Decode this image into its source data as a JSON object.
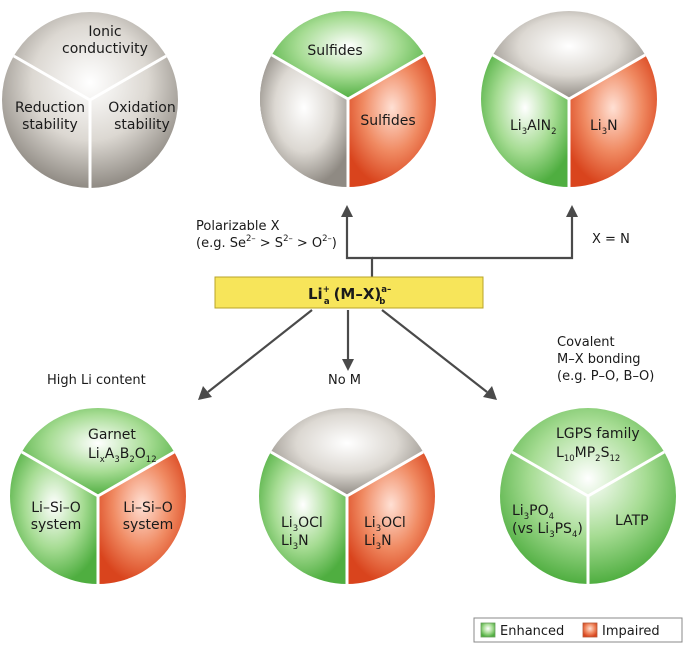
{
  "circles": {
    "properties": {
      "top": "Ionic conductivity",
      "left": "Reduction stability",
      "right": "Oxidation stability"
    },
    "polarizable": {
      "top": "Sulfides",
      "right": "Sulfides"
    },
    "nitride": {
      "left_main": "Li",
      "left_sub1": "3",
      "left_main2": "AlN",
      "left_sub2": "2",
      "right_main": "Li",
      "right_sub": "3",
      "right_main2": "N"
    },
    "high_li": {
      "top_line1": "Garnet",
      "top_line2_parts": [
        "Li",
        "x",
        "A",
        "3",
        "B",
        "2",
        "O",
        "12"
      ],
      "left": "Li–Si–O system",
      "right": "Li–Si–O system"
    },
    "no_m": {
      "left_l1": "Li",
      "left_l1_sub": "3",
      "left_l1_b": "OCl",
      "left_l2": "Li",
      "left_l2_sub": "3",
      "left_l2_b": "N",
      "right_l1": "Li",
      "right_l1_sub": "3",
      "right_l1_b": "OCl",
      "right_l2": "Li",
      "right_l2_sub": "3",
      "right_l2_b": "N"
    },
    "covalent": {
      "top_line1": "LGPS family",
      "top_line2_parts": [
        "L",
        "10",
        "MP",
        "2",
        "S",
        "12"
      ],
      "left_l1": "Li",
      "left_l1_sub": "3",
      "left_l1_b": "PO",
      "left_l1_sub2": "4",
      "left_l2": "(vs Li",
      "left_l2_sub": "3",
      "left_l2_b": "PS",
      "left_l2_sub2": "4",
      "left_l2_c": ")",
      "right": "LATP"
    }
  },
  "formula": {
    "li": "Li",
    "li_sup": "+",
    "li_sub": "a",
    "mx": "(M–X)",
    "mx_sup": "a–",
    "mx_sub": "b"
  },
  "captions": {
    "polarizable_l1": "Polarizable X",
    "polarizable_l2_a": "(e.g. Se",
    "polarizable_sup1": "2–",
    "polarizable_l2_b": " > S",
    "polarizable_sup2": "2–",
    "polarizable_l2_c": " > O",
    "polarizable_sup3": "2–",
    "polarizable_l2_d": ")",
    "x_eq_n": "X = N",
    "high_li": "High Li content",
    "no_m": "No M",
    "covalent_l1": "Covalent",
    "covalent_l2": "M–X bonding",
    "covalent_l3": "(e.g. P–O, B–O)"
  },
  "legend": {
    "enhanced": "Enhanced",
    "impaired": "Impaired"
  },
  "colors": {
    "grey": "#c8c4bd",
    "green": "#8fd27c",
    "red": "#ee6a45",
    "formula_box": "#f7e55a",
    "arrow": "#4a4a4a"
  }
}
